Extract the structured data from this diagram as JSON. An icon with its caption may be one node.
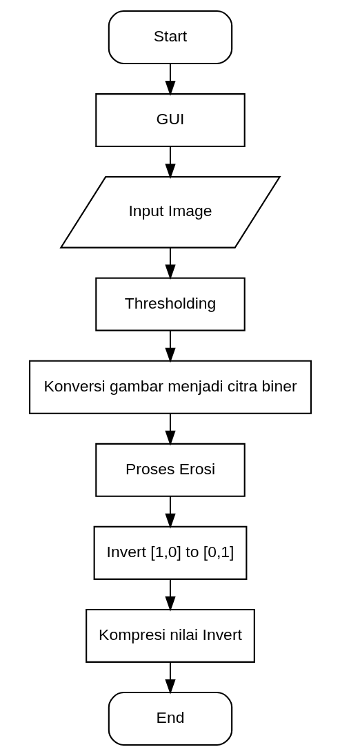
{
  "diagram": {
    "nodes": [
      {
        "text": [
          "Start"
        ]
      },
      {
        "text": [
          "GUI"
        ]
      },
      {
        "text": [
          "Input Image"
        ]
      },
      {
        "text": [
          "Thresholding"
        ]
      },
      {
        "text": [
          "Konversi gambar menjadi citra biner"
        ]
      },
      {
        "text": [
          "Proses Erosi"
        ]
      },
      {
        "text": [
          "Invert [1,0] to [0,1]"
        ]
      },
      {
        "text": [
          "Kompresi nilai Invert"
        ]
      },
      {
        "text": [
          "End"
        ]
      }
    ],
    "edges": [
      {
        "from": 0,
        "to": 1,
        "arrow": "to"
      },
      {
        "from": 1,
        "to": 2,
        "arrow": "to"
      },
      {
        "from": 2,
        "to": 3,
        "arrow": "to"
      },
      {
        "from": 3,
        "to": 4,
        "arrow": "to"
      },
      {
        "from": 4,
        "to": 5,
        "arrow": "to"
      },
      {
        "from": 5,
        "to": 6,
        "arrow": "to"
      },
      {
        "from": 6,
        "to": 7,
        "arrow": "to"
      },
      {
        "from": 7,
        "to": 8,
        "arrow": "to"
      }
    ]
  }
}
